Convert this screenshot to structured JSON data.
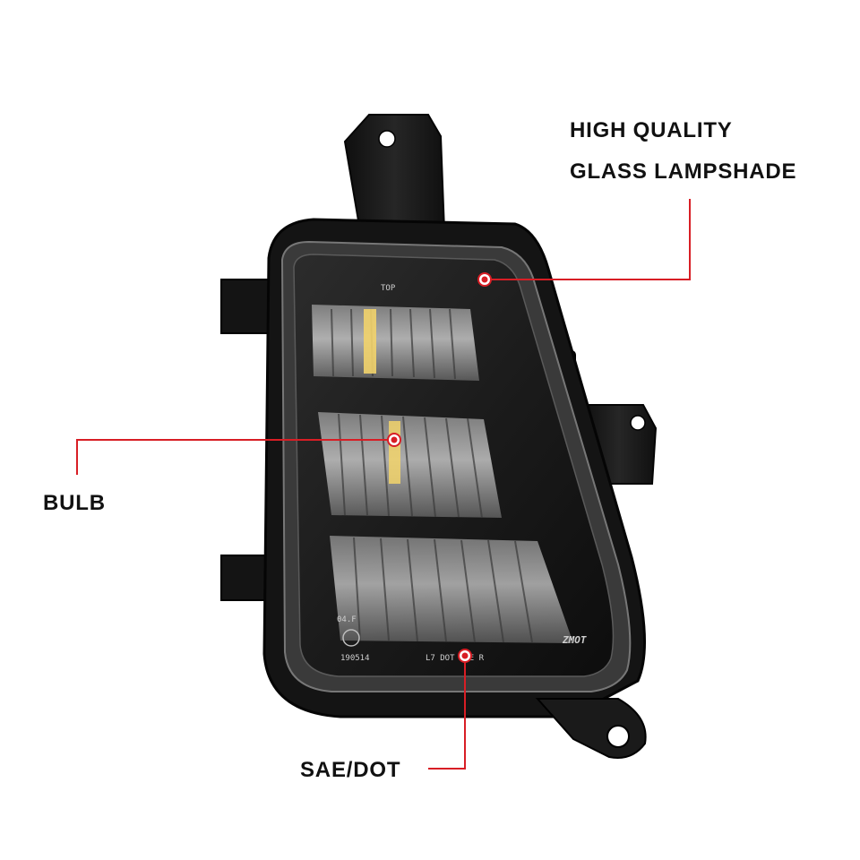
{
  "callouts": {
    "lampshade_line1": "HIGH QUALITY",
    "lampshade_line2": "GLASS LAMPSHADE",
    "bulb": "BULB",
    "certification": "SAE/DOT"
  },
  "lens_markings": {
    "top": "TOP",
    "date_code": "190514",
    "dot": "L7  DOT SAE R",
    "side_code": "04.F",
    "brand": "ZMOT"
  },
  "colors": {
    "background": "#ffffff",
    "callout_line": "#d81e25",
    "callout_text": "#111111",
    "housing": "#151515",
    "lens_frame": "#3a3a3a",
    "led_chip": "#f2d36b"
  }
}
